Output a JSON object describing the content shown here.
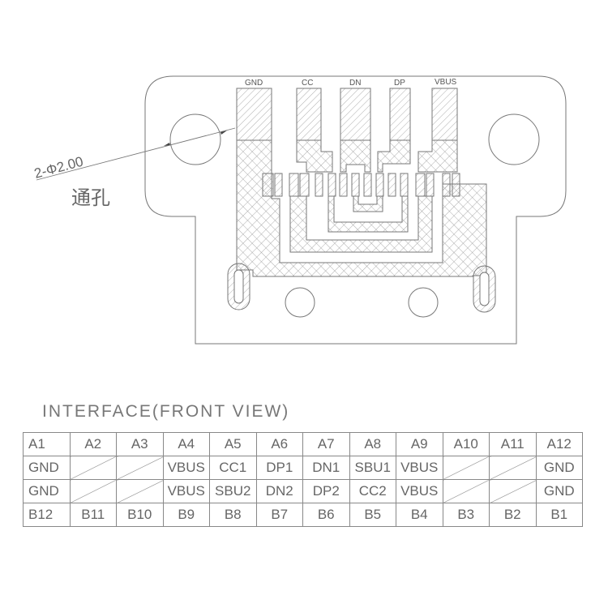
{
  "drawing": {
    "pad_labels": [
      "GND",
      "CC",
      "DN",
      "DP",
      "VBUS"
    ],
    "dimension": "2-Φ2.00",
    "dimension_note": "通孔"
  },
  "table": {
    "title": "INTERFACE(FRONT VIEW)",
    "row_a_pins": [
      "A1",
      "A2",
      "A3",
      "A4",
      "A5",
      "A6",
      "A7",
      "A8",
      "A9",
      "A10",
      "A11",
      "A12"
    ],
    "row_a_signals": [
      "GND",
      "",
      "",
      "VBUS",
      "CC1",
      "DP1",
      "DN1",
      "SBU1",
      "VBUS",
      "",
      "",
      "GND"
    ],
    "row_b_signals": [
      "GND",
      "",
      "",
      "VBUS",
      "SBU2",
      "DN2",
      "DP2",
      "CC2",
      "VBUS",
      "",
      "",
      "GND"
    ],
    "row_b_pins": [
      "B12",
      "B11",
      "B10",
      "B9",
      "B8",
      "B7",
      "B6",
      "B5",
      "B4",
      "B3",
      "B2",
      "B1"
    ]
  },
  "colors": {
    "line": "#777777",
    "text": "#666666",
    "background": "#ffffff"
  }
}
